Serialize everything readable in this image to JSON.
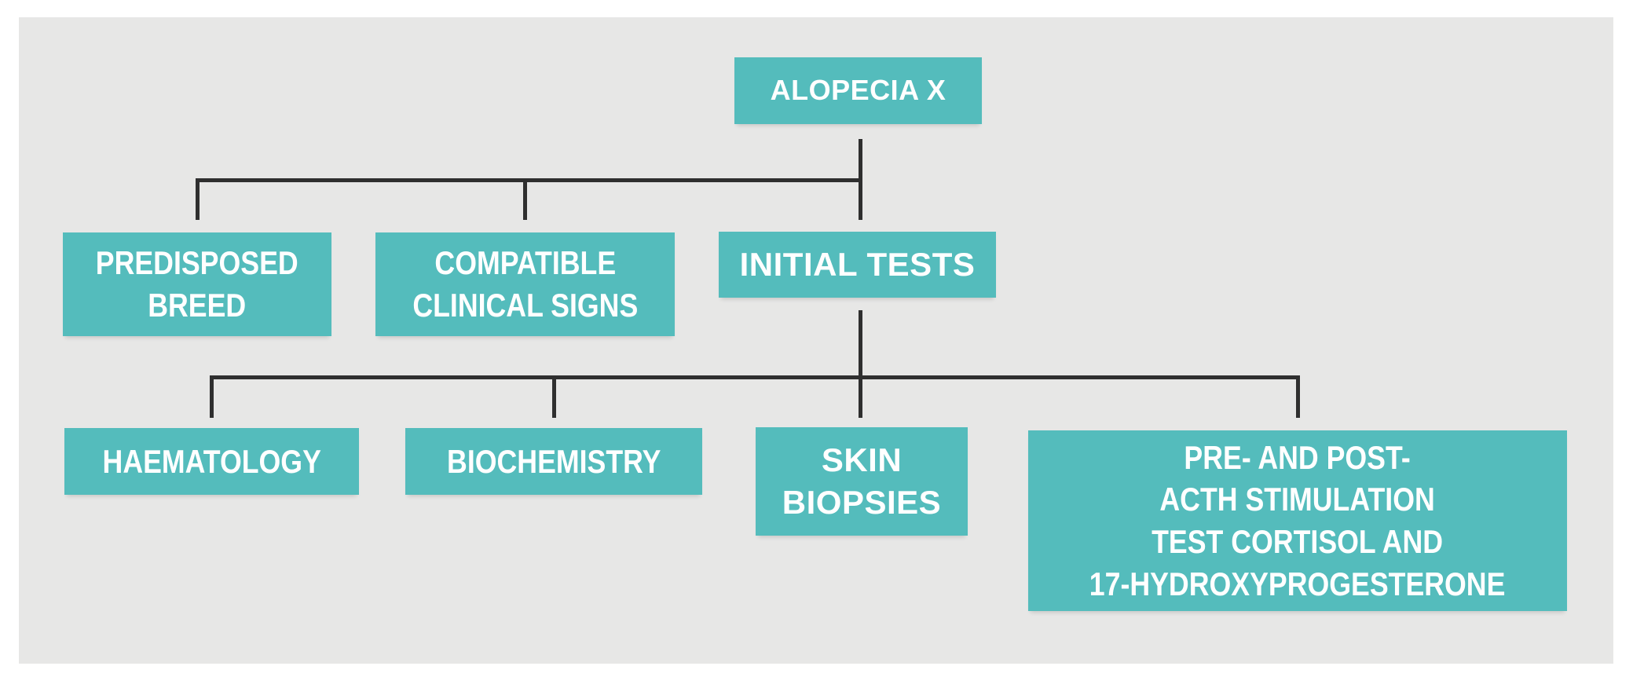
{
  "colors": {
    "page_background": "#ffffff",
    "panel_background": "#e7e7e6",
    "node_fill": "#54bcbc",
    "node_text": "#ffffff",
    "connector": "#2f2f2f"
  },
  "nodes": {
    "root": {
      "label": "ALOPECIA X"
    },
    "predisposed_breed": {
      "label": "PREDISPOSED\nBREED"
    },
    "compatible_clinical_signs": {
      "label": "COMPATIBLE\nCLINICAL SIGNS"
    },
    "initial_tests": {
      "label": "INITIAL TESTS"
    },
    "haematology": {
      "label": "HAEMATOLOGY"
    },
    "biochemistry": {
      "label": "BIOCHEMISTRY"
    },
    "skin_biopsies": {
      "label": "SKIN\nBIOPSIES"
    },
    "acth_stimulation_test": {
      "label": "PRE- AND POST-\nACTH STIMULATION\nTEST CORTISOL AND\n17-HYDROXYPROGESTERONE"
    }
  },
  "hierarchy": [
    {
      "parent": "root",
      "children": [
        "predisposed_breed",
        "compatible_clinical_signs",
        "initial_tests"
      ]
    },
    {
      "parent": "initial_tests",
      "children": [
        "haematology",
        "biochemistry",
        "skin_biopsies",
        "acth_stimulation_test"
      ]
    }
  ]
}
